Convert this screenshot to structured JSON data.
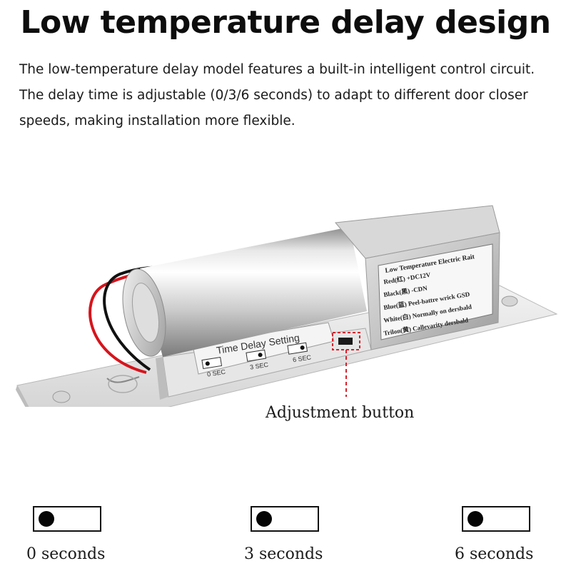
{
  "title": "Low temperature delay design",
  "description": [
    "The low-temperature delay model features a built-in intelligent control circuit.",
    "The delay time is adjustable (0/3/6 seconds) to adapt to different door closer",
    "speeds, making installation more flexible."
  ],
  "product": {
    "panel_label": "Time Delay Setting",
    "settings": [
      "0 SEC",
      "3 SEC",
      "6 SEC"
    ],
    "tag_lines": [
      "Low Temperature Electric Rait",
      "Red(红) +DC12V",
      "Black(黑) -CDN",
      "Blue(蓝) Peel-battre wrick GSD",
      "White(白) Normally on dersbald",
      "Trilon(黄) Callevarity dersbald"
    ],
    "adjustment_label": "Adjustment button",
    "colors": {
      "marker": "#d9202a",
      "wire_red": "#d6141c",
      "wire_black": "#111111"
    }
  },
  "switches": [
    {
      "caption": "0 seconds",
      "icon": "switch-toggle-icon"
    },
    {
      "caption": "3 seconds",
      "icon": "switch-toggle-icon"
    },
    {
      "caption": "6 seconds",
      "icon": "switch-toggle-icon"
    }
  ]
}
